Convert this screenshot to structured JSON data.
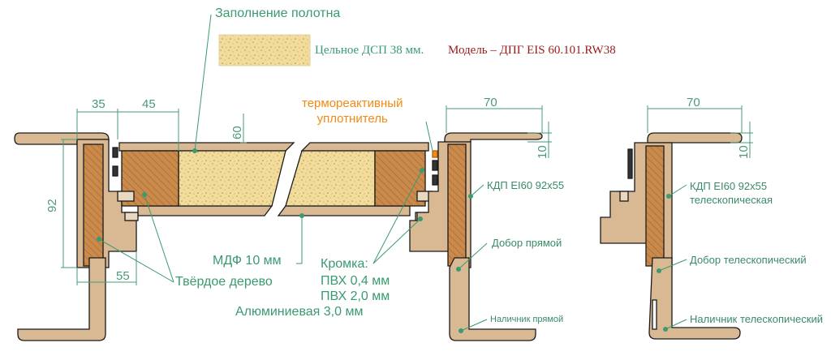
{
  "labels": {
    "infill": "Заполнение полотна",
    "infill_desc": "Цельное ДСП 38 мм.",
    "model": "Модель – ДПГ EIS 60.101.RW38",
    "sealant_line1": "термореактивный",
    "sealant_line2": "уплотнитель",
    "mdf": "МДФ  10 мм",
    "edge": "Кромка:",
    "edge_pvc1": "ПВХ 0,4 мм",
    "edge_pvc2": "ПВХ 2,0 мм",
    "edge_alu": "Алюминиевая 3,0 мм",
    "hardwood": "Твёрдое дерево",
    "frame_straight": "КДП EI60 92х55",
    "frame_tele_line1": "КДП EI60 92х55",
    "frame_tele_line2": "телескопическая",
    "extension_straight": "Добор прямой",
    "extension_tele": "Добор телескопический",
    "casing_straight": "Наличник прямой",
    "casing_tele": "Наличник телескопический"
  },
  "dimensions": {
    "d35": "35",
    "d45": "45",
    "d60": "60",
    "d92": "92",
    "d55": "55",
    "d70_left": "70",
    "d10_left": "10",
    "d70_right": "70",
    "d10_right": "10"
  },
  "colors": {
    "wood_light": "#d9b994",
    "wood_dark": "#c98a4c",
    "particle": "#f1dc9c",
    "outline": "#1a1a1a",
    "leader": "#3a9a70",
    "red_text": "#9b1a1a",
    "orange_text": "#f28a14",
    "seal": "#f28a14"
  }
}
